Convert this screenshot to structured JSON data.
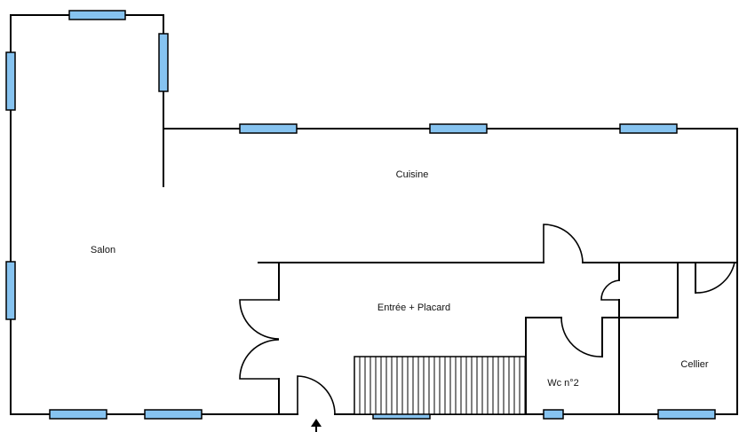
{
  "rooms": {
    "cuisine": "Cuisine",
    "salon": "Salon",
    "entree": "Entrée + Placard",
    "wc": "Wc n°2",
    "cellier": "Cellier"
  },
  "colors": {
    "window": "#86c3f0",
    "wall": "#000000",
    "background": "#ffffff"
  },
  "icons": {
    "entry": "arrow-up-icon"
  }
}
